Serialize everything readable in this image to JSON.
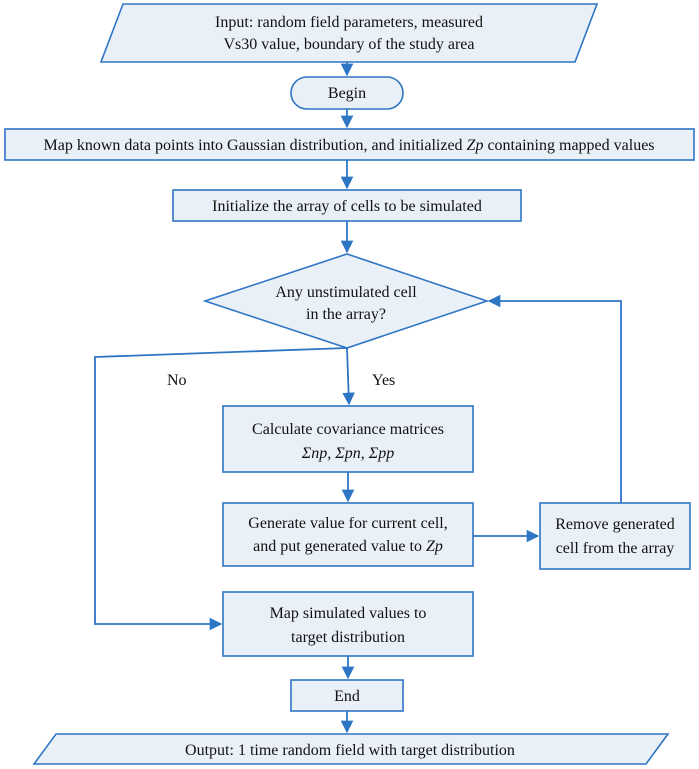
{
  "colors": {
    "stroke": "#2e75c4",
    "fill": "#eaf0f8",
    "text": "#111111"
  },
  "flowchart": {
    "input": {
      "line1": "Input: random field parameters, measured",
      "line2": "Vs30 value, boundary of the study area"
    },
    "begin": {
      "label": "Begin"
    },
    "map_known": {
      "label_prefix": "Map known data points into Gaussian distribution, and initialized ",
      "label_italic": "Zp",
      "label_suffix": " containing mapped values"
    },
    "init_array": {
      "label": "Initialize the array of cells to be simulated"
    },
    "decision": {
      "line1": "Any unstimulated cell",
      "line2": "in the array?"
    },
    "edge_no": "No",
    "edge_yes": "Yes",
    "covariance": {
      "line1": "Calculate covariance matrices",
      "line2": "Σnp,  Σpn,  Σpp"
    },
    "generate": {
      "line1": "Generate value for current cell,",
      "line2_prefix": "and put generated value to ",
      "line2_italic": "Zp"
    },
    "remove": {
      "line1": "Remove generated",
      "line2": "cell from the array"
    },
    "map_sim": {
      "line1": "Map simulated values to",
      "line2": "target distribution"
    },
    "end": {
      "label": "End"
    },
    "output": {
      "label": "Output: 1 time random field with target distribution"
    }
  }
}
